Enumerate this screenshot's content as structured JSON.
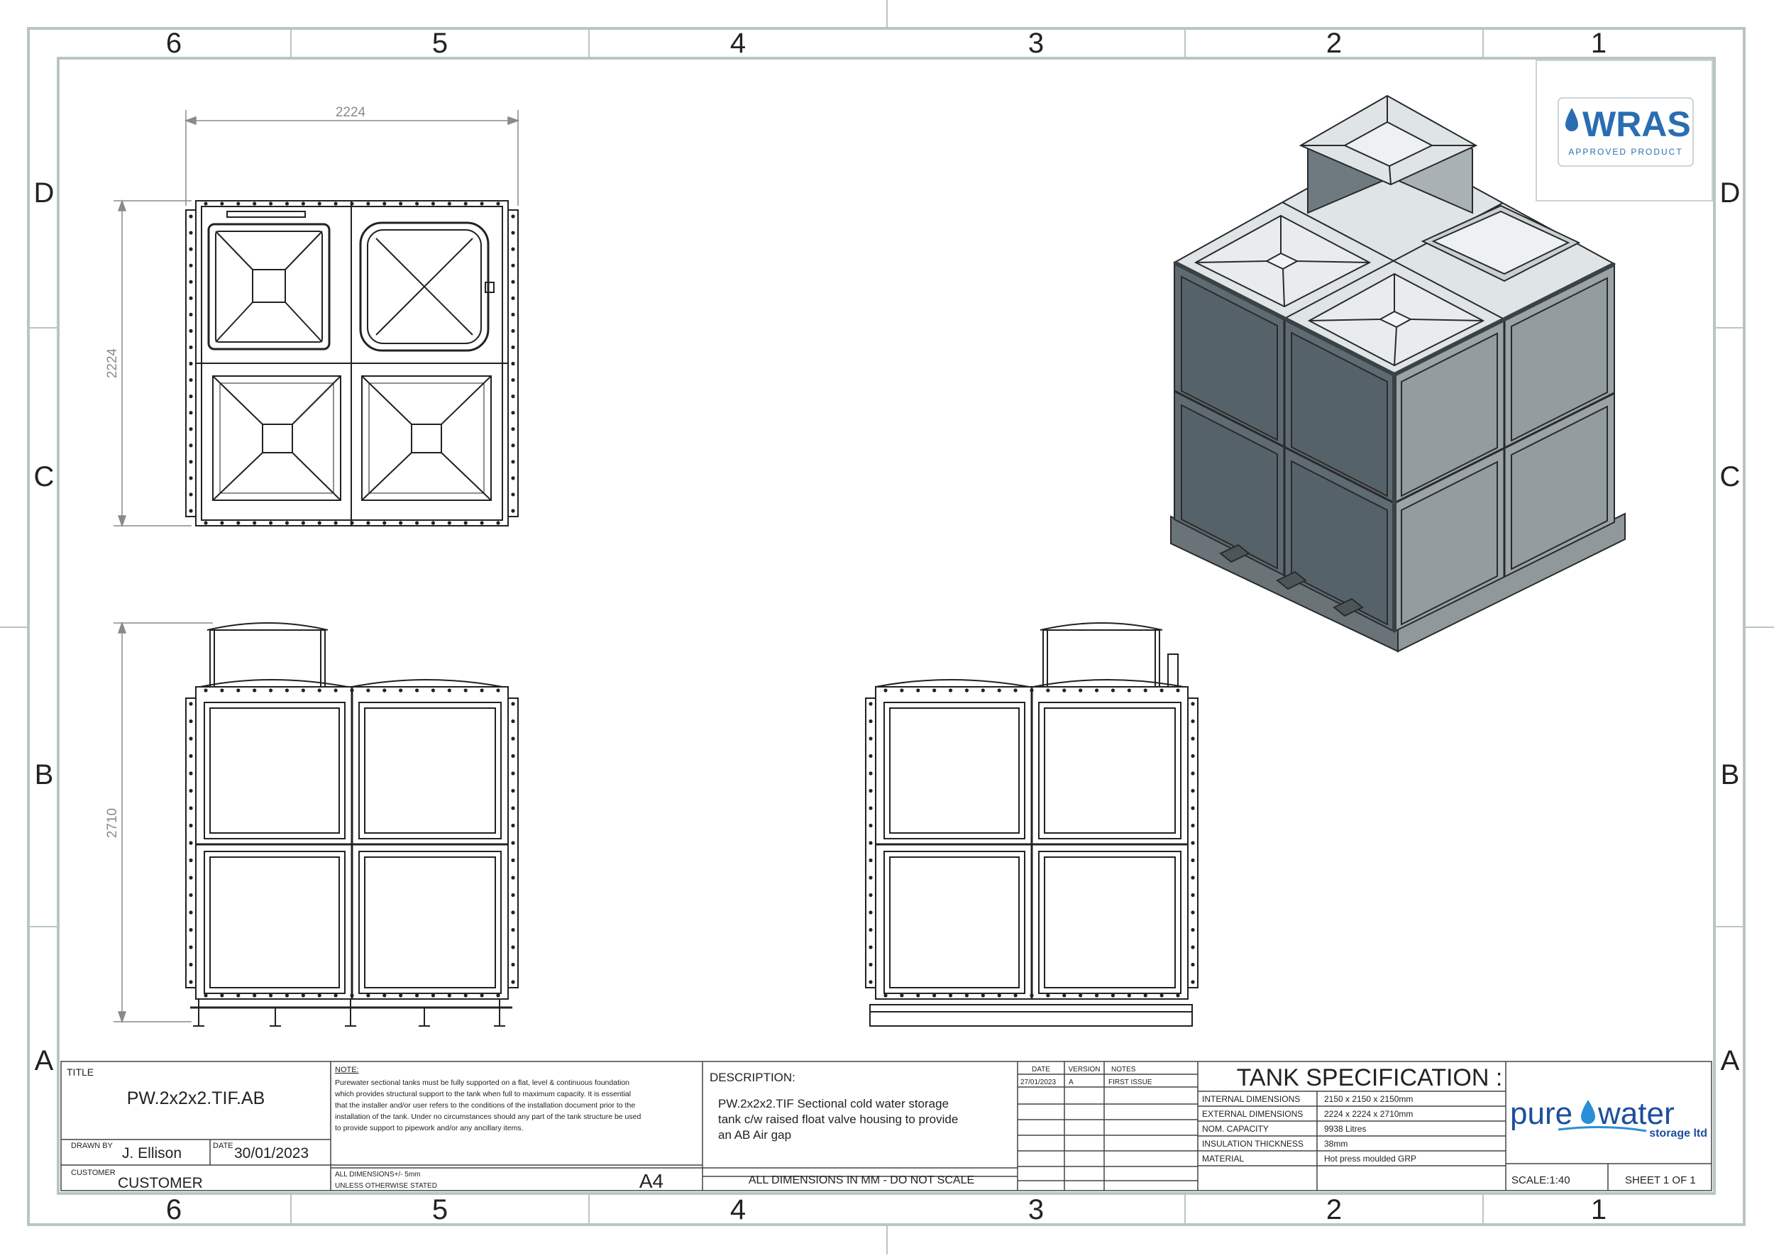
{
  "zones": {
    "columns": [
      "6",
      "5",
      "4",
      "3",
      "2",
      "1"
    ],
    "rows": [
      "D",
      "C",
      "B",
      "A"
    ]
  },
  "dimensions": {
    "plan_width": "2224",
    "plan_depth": "2224",
    "elevation_height": "2710"
  },
  "logo_wras": {
    "name": "WRAS",
    "tagline": "APPROVED PRODUCT"
  },
  "title_block": {
    "title_label": "TITLE",
    "title": "PW.2x2x2.TIF.AB",
    "drawn_by_label": "DRAWN BY",
    "drawn_by": "J. Ellison",
    "date_label": "DATE",
    "date": "30/01/2023",
    "customer_label": "CUSTOMER",
    "customer": "CUSTOMER",
    "note_heading": "NOTE:",
    "note_lines": [
      "Purewater sectional tanks must be fully supported on a flat, level & continuous foundation",
      "which provides structural support to the tank when full to maximum capacity. It is essential",
      "that the installer and/or user refers to the conditions of the installation document prior to the",
      "installation of the tank. Under no circumstances should any part of the tank structure be used",
      "to provide support to pipework and/or any ancillary items."
    ],
    "tolerance_line1": "ALL DIMENSIONS+/- 5mm",
    "tolerance_line2": "UNLESS OTHERWISE STATED",
    "paper_size": "A4",
    "description_label": "DESCRIPTION:",
    "description_lines": [
      "PW.2x2x2.TIF Sectional cold water storage",
      "tank c/w raised float valve housing to provide",
      "an AB Air gap"
    ],
    "all_dims_note": "ALL DIMENSIONS IN MM - DO NOT SCALE",
    "revision_headers": [
      "DATE",
      "VERSION",
      "NOTES"
    ],
    "revision_row": [
      "27/01/2023",
      "A",
      "FIRST ISSUE"
    ],
    "spec_title": "TANK SPECIFICATION :",
    "spec_rows": [
      {
        "label": "INTERNAL DIMENSIONS",
        "value": "2150 x 2150 x 2150mm"
      },
      {
        "label": "EXTERNAL DIMENSIONS",
        "value": "2224 x 2224 x 2710mm"
      },
      {
        "label": "NOM. CAPACITY",
        "value": "9938 Litres"
      },
      {
        "label": "INSULATION THICKNESS",
        "value": "38mm"
      },
      {
        "label": "MATERIAL",
        "value": "Hot press moulded GRP"
      }
    ],
    "brand_left": "pure",
    "brand_right": "water",
    "brand_sub": "storage ltd",
    "scale": "SCALE:1:40",
    "sheet": "SHEET 1 OF 1"
  },
  "colors": {
    "border": "#b9c5c5",
    "line": "#222222",
    "dim": "#8a8a8a",
    "iso_left": "#5f6b72",
    "iso_right": "#9aa3a6",
    "iso_top": "#dfe4e6",
    "wras_blue": "#2a6db3",
    "pure_blue": "#1c4f9c"
  }
}
